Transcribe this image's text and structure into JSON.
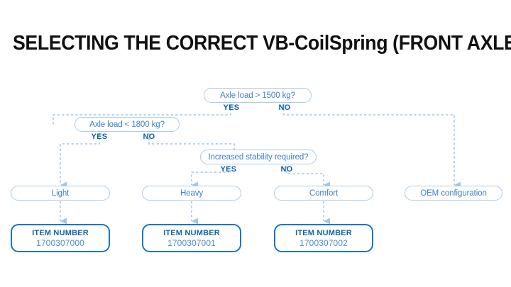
{
  "page": {
    "title": "SELECTING THE CORRECT VB-CoilSpring (FRONT AXLE)",
    "background": "#ffffff"
  },
  "colors": {
    "title_text": "#111111",
    "node_border": "#a9cbe8",
    "node_text": "#3f7fc0",
    "item_border": "#1678c2",
    "item_title_text": "#1263a8",
    "item_value_text": "#4f8dc8",
    "branch_label_text": "#0f5fae",
    "connector": "#9fc6e8"
  },
  "flowchart": {
    "type": "decision-tree",
    "decisions": [
      {
        "id": "d1",
        "label": "Axle load > 1500 kg?",
        "yes_label": "YES",
        "no_label": "NO",
        "yes_target": "d2",
        "no_target": "r4"
      },
      {
        "id": "d2",
        "label": "Axle load < 1800 kg?",
        "yes_label": "YES",
        "no_label": "NO",
        "yes_target": "r1",
        "no_target": "d3"
      },
      {
        "id": "d3",
        "label": "Increased stability required?",
        "yes_label": "YES",
        "no_label": "NO",
        "yes_target": "r2",
        "no_target": "r3"
      }
    ],
    "results": [
      {
        "id": "r1",
        "label": "Light",
        "item": "i1"
      },
      {
        "id": "r2",
        "label": "Heavy",
        "item": "i2"
      },
      {
        "id": "r3",
        "label": "Comfort",
        "item": "i3"
      },
      {
        "id": "r4",
        "label": "OEM configuration",
        "item": null
      }
    ],
    "items": [
      {
        "id": "i1",
        "title": "ITEM NUMBER",
        "value": "1700307000"
      },
      {
        "id": "i2",
        "title": "ITEM NUMBER",
        "value": "1700307001"
      },
      {
        "id": "i3",
        "title": "ITEM NUMBER",
        "value": "1700307002"
      }
    ]
  }
}
